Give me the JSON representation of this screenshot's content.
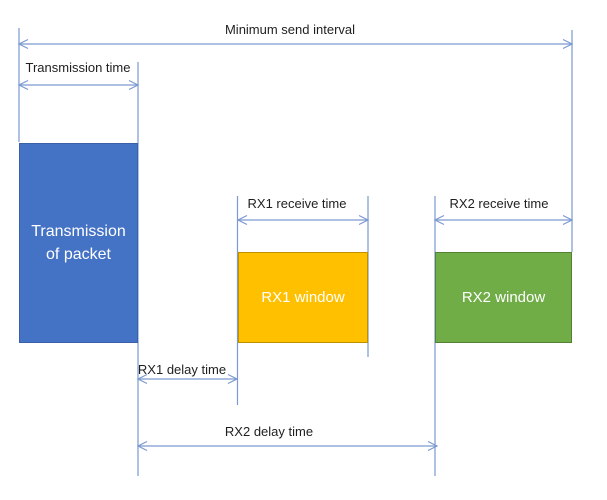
{
  "diagram": {
    "labels": {
      "min_send_interval": "Minimum send interval",
      "transmission_time": "Transmission time",
      "rx1_receive_time": "RX1 receive time",
      "rx2_receive_time": "RX2 receive time",
      "rx1_delay_time": "RX1 delay time",
      "rx2_delay_time": "RX2 delay time"
    },
    "boxes": {
      "transmission": {
        "label": "Transmission of packet",
        "fill": "#4472C4",
        "border": "#3A61A8",
        "text_color": "#FFFFFF"
      },
      "rx1": {
        "label": "RX1 window",
        "fill": "#FFC000",
        "border": "#BF9000",
        "text_color": "#FFFFFF"
      },
      "rx2": {
        "label": "RX2 window",
        "fill": "#70AD47",
        "border": "#548235",
        "text_color": "#FFFFFF"
      }
    },
    "colors": {
      "arrow": "#7C9AD1",
      "label_text": "#1F1F1F",
      "background": "#FFFFFF"
    }
  }
}
